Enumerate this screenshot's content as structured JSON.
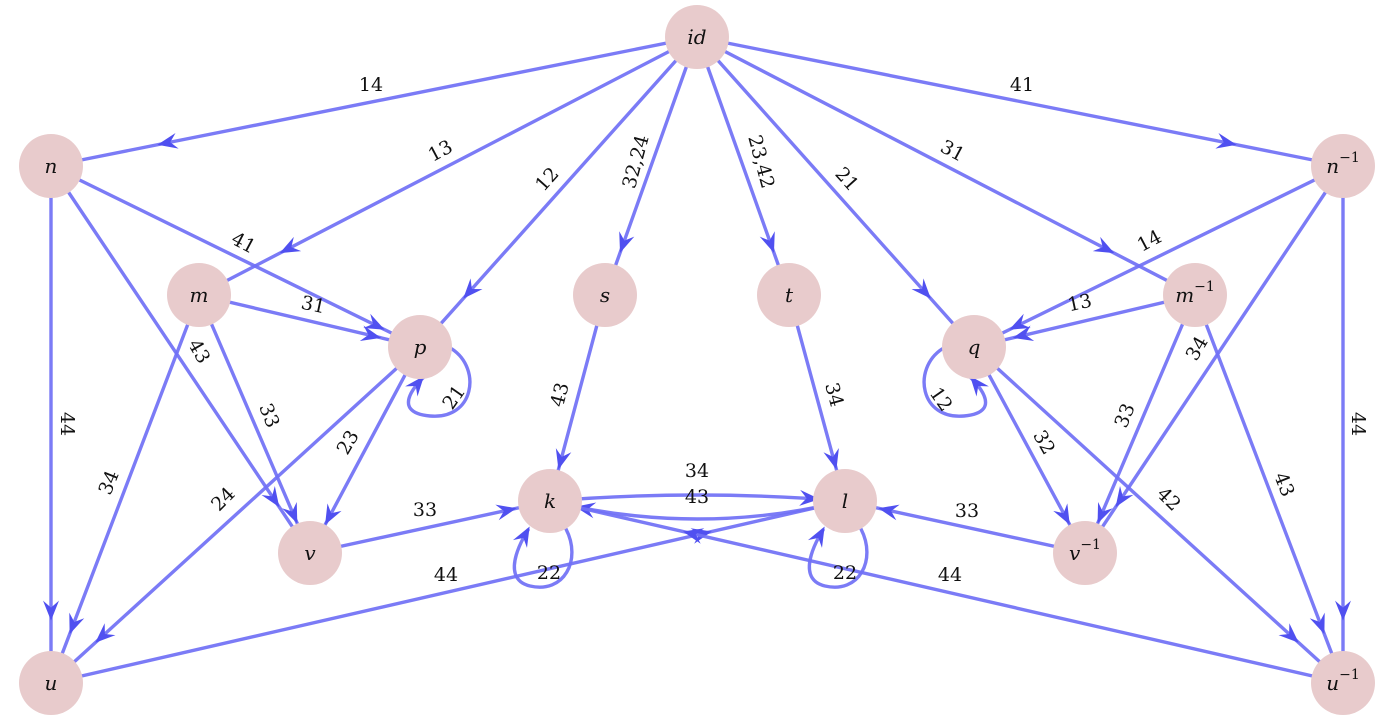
{
  "nodes": [
    {
      "id": "id",
      "label": "id"
    },
    {
      "id": "n",
      "label": "n"
    },
    {
      "id": "ni",
      "label": "n",
      "sup": "−1"
    },
    {
      "id": "m",
      "label": "m"
    },
    {
      "id": "mi",
      "label": "m",
      "sup": "−1"
    },
    {
      "id": "p",
      "label": "p"
    },
    {
      "id": "q",
      "label": "q"
    },
    {
      "id": "s",
      "label": "s"
    },
    {
      "id": "t",
      "label": "t"
    },
    {
      "id": "k",
      "label": "k"
    },
    {
      "id": "l",
      "label": "l"
    },
    {
      "id": "v",
      "label": "v"
    },
    {
      "id": "vi",
      "label": "v",
      "sup": "−1"
    },
    {
      "id": "u",
      "label": "u"
    },
    {
      "id": "ui",
      "label": "u",
      "sup": "−1"
    }
  ],
  "edges": [
    {
      "id": "e-id-n",
      "from": "id",
      "to": "n",
      "label": "14"
    },
    {
      "id": "e-id-ni",
      "from": "id",
      "to": "ni",
      "label": "41"
    },
    {
      "id": "e-id-m",
      "from": "id",
      "to": "m",
      "label": "13"
    },
    {
      "id": "e-id-mi",
      "from": "id",
      "to": "mi",
      "label": "31"
    },
    {
      "id": "e-id-p",
      "from": "id",
      "to": "p",
      "label": "12"
    },
    {
      "id": "e-id-q",
      "from": "id",
      "to": "q",
      "label": "21"
    },
    {
      "id": "e-id-s",
      "from": "id",
      "to": "s",
      "label": "32,24"
    },
    {
      "id": "e-id-t",
      "from": "id",
      "to": "t",
      "label": "23,42"
    },
    {
      "id": "e-n-p",
      "from": "n",
      "to": "p",
      "label": "41"
    },
    {
      "id": "e-n-v",
      "from": "n",
      "to": "v",
      "label": "43"
    },
    {
      "id": "e-n-u",
      "from": "n",
      "to": "u",
      "label": "44"
    },
    {
      "id": "e-ni-q",
      "from": "ni",
      "to": "q",
      "label": "14"
    },
    {
      "id": "e-ni-vi",
      "from": "ni",
      "to": "vi",
      "label": "34"
    },
    {
      "id": "e-ni-ui",
      "from": "ni",
      "to": "ui",
      "label": "44"
    },
    {
      "id": "e-m-p",
      "from": "m",
      "to": "p",
      "label": "31"
    },
    {
      "id": "e-m-v",
      "from": "m",
      "to": "v",
      "label": "33"
    },
    {
      "id": "e-m-u",
      "from": "m",
      "to": "u",
      "label": "34"
    },
    {
      "id": "e-mi-q",
      "from": "mi",
      "to": "q",
      "label": "13"
    },
    {
      "id": "e-mi-vi",
      "from": "mi",
      "to": "vi",
      "label": "33"
    },
    {
      "id": "e-mi-ui",
      "from": "mi",
      "to": "ui",
      "label": "43"
    },
    {
      "id": "e-p-v",
      "from": "p",
      "to": "v",
      "label": "23"
    },
    {
      "id": "e-p-u",
      "from": "p",
      "to": "u",
      "label": "24"
    },
    {
      "id": "e-p-p",
      "from": "p",
      "to": "p",
      "label": "21"
    },
    {
      "id": "e-q-vi",
      "from": "q",
      "to": "vi",
      "label": "32"
    },
    {
      "id": "e-q-ui",
      "from": "q",
      "to": "ui",
      "label": "42"
    },
    {
      "id": "e-q-q",
      "from": "q",
      "to": "q",
      "label": "12"
    },
    {
      "id": "e-s-k",
      "from": "s",
      "to": "k",
      "label": "43"
    },
    {
      "id": "e-t-l",
      "from": "t",
      "to": "l",
      "label": "34"
    },
    {
      "id": "e-v-k",
      "from": "v",
      "to": "k",
      "label": "33"
    },
    {
      "id": "e-vi-l",
      "from": "vi",
      "to": "l",
      "label": "33"
    },
    {
      "id": "e-l-k",
      "from": "l",
      "to": "k",
      "label": "34"
    },
    {
      "id": "e-k-l",
      "from": "k",
      "to": "l",
      "label": "43"
    },
    {
      "id": "e-k-k",
      "from": "k",
      "to": "k",
      "label": "22"
    },
    {
      "id": "e-l-l",
      "from": "l",
      "to": "l",
      "label": "22"
    },
    {
      "id": "e-u-l",
      "from": "u",
      "to": "l",
      "label": "44"
    },
    {
      "id": "e-ui-k",
      "from": "ui",
      "to": "k",
      "label": "44"
    }
  ],
  "colors": {
    "edge": "#7070f5",
    "arrow": "#5050f0",
    "node_fill": "#e8cbcc",
    "text": "#111111"
  }
}
